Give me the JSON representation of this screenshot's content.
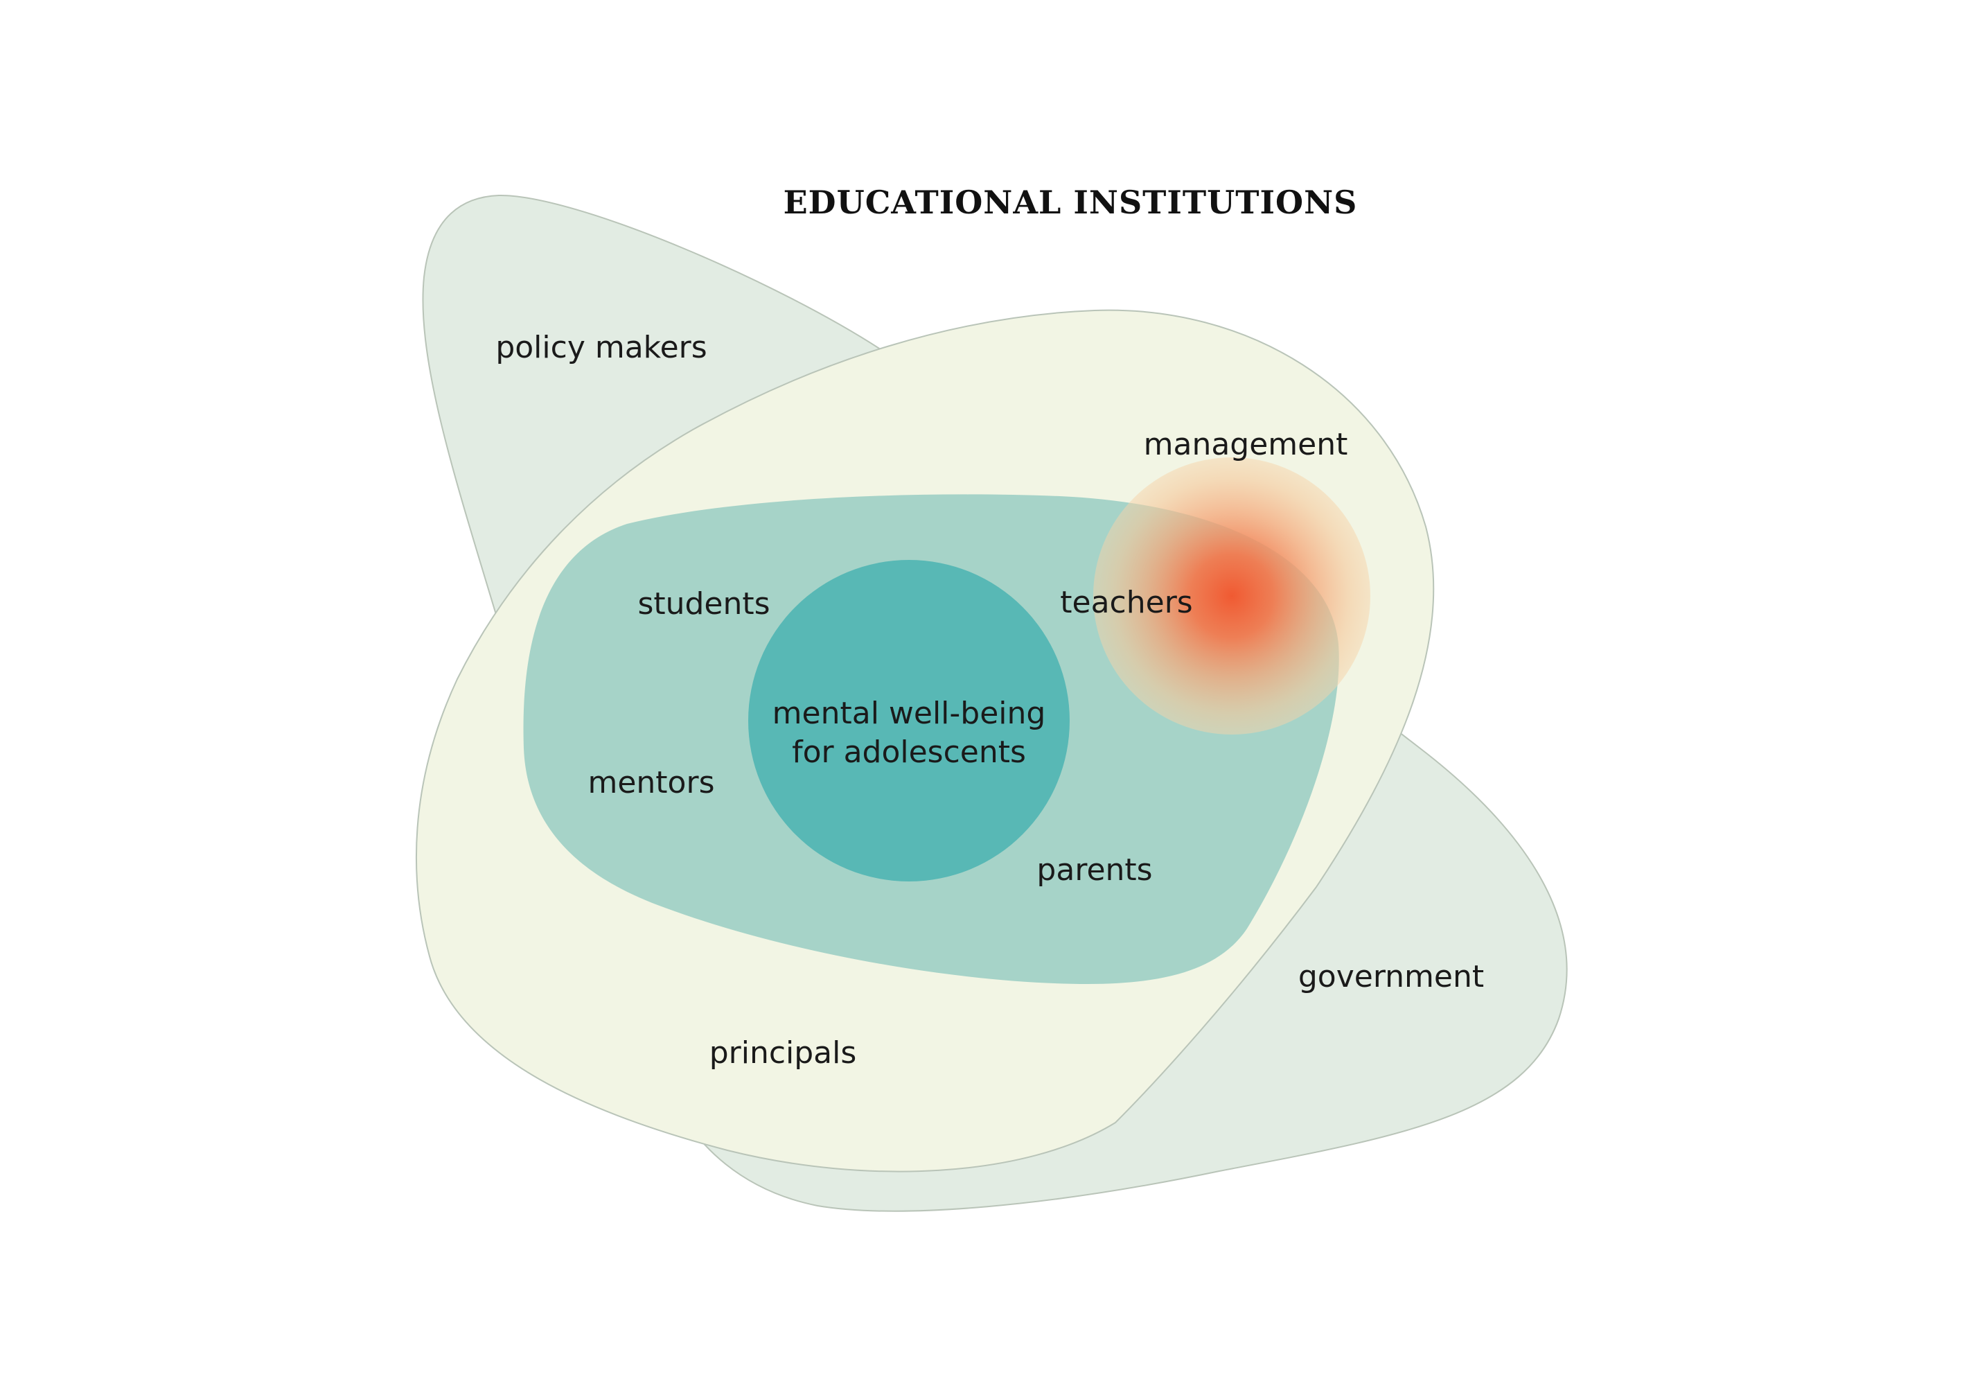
{
  "title": "EDUCATIONAL INSTITUTIONS",
  "center": {
    "line1": "mental well-being",
    "line2": "for adolescents"
  },
  "labels": {
    "policy_makers": "policy makers",
    "management": "management",
    "students": "students",
    "teachers": "teachers",
    "mentors": "mentors",
    "parents": "parents",
    "government": "government",
    "principals": "principals"
  },
  "colors": {
    "outer_region": "#e2ece3",
    "institution_region": "#f2f5e4",
    "community_region": "#a6d3c8",
    "core_circle": "#58b8b5",
    "highlight_center": "#f05a32",
    "highlight_outer": "#f6d3a9",
    "outline": "#b9c4b8"
  }
}
